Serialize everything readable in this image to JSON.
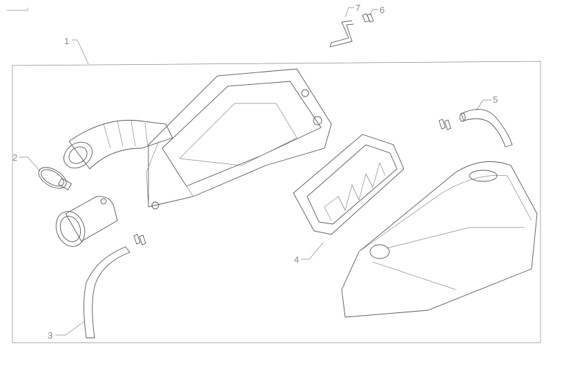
{
  "diagram": {
    "callouts": [
      {
        "number": "1",
        "part": "air-filter-assembly"
      },
      {
        "number": "2",
        "part": "hose-clamp"
      },
      {
        "number": "3",
        "part": "drain-hose"
      },
      {
        "number": "4",
        "part": "filter-element"
      },
      {
        "number": "5",
        "part": "breather-hose"
      },
      {
        "number": "6",
        "part": "clip"
      },
      {
        "number": "7",
        "part": "small-hose"
      }
    ],
    "line_color": "#555555"
  }
}
